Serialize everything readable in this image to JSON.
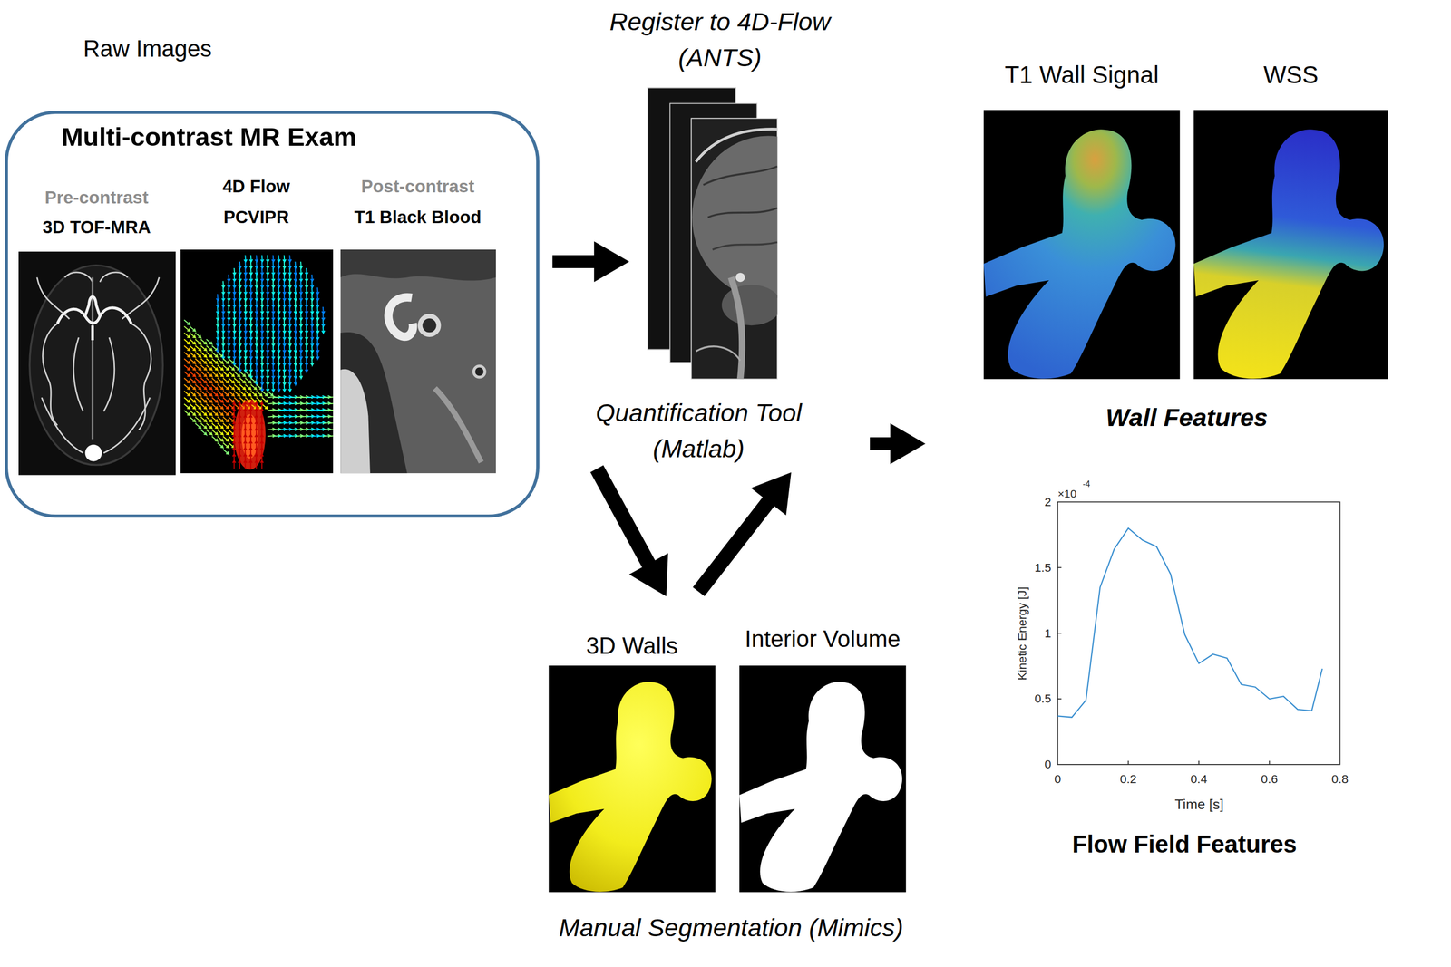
{
  "diagram": {
    "nodes": [
      {
        "text": [
          "Multi-contrast MR Exam"
        ]
      },
      {
        "text": [
          "Pre-contrast",
          "3D TOF-MRA"
        ],
        "in": 0
      },
      {
        "text": [
          "4D Flow",
          "PCVIPR"
        ],
        "in": 0
      },
      {
        "text": [
          "Post-contrast",
          "T1 Black Blood"
        ],
        "in": 0
      },
      {
        "text": [
          "Register to 4D-Flow (ANTS)"
        ]
      },
      {
        "text": [
          "Quantification Tool (Matlab)"
        ]
      },
      {
        "text": [
          "Manual Segmentation (Mimics)"
        ]
      },
      {
        "text": [
          "3D Walls"
        ],
        "in": 6
      },
      {
        "text": [
          "Interior Volume"
        ],
        "in": 6
      },
      {
        "text": [
          "Wall Features"
        ]
      },
      {
        "text": [
          "T1 Wall Signal"
        ],
        "in": 9
      },
      {
        "text": [
          "WSS"
        ],
        "in": 9
      },
      {
        "text": [
          "Flow Field Features"
        ]
      }
    ],
    "edges": [
      {
        "from": 0,
        "to": 4,
        "arrow": "to"
      },
      {
        "from": 5,
        "to": 6,
        "arrow": "to"
      },
      {
        "from": 6,
        "to": 5,
        "arrow": "to"
      },
      {
        "from": 5,
        "to": 9,
        "arrow": "to"
      }
    ],
    "labels": [
      "Raw Images",
      "2",
      "1.5",
      "1",
      "0.5",
      "0",
      "0",
      "0.2",
      "0.4",
      "0.6",
      "0.8",
      "×10",
      "-4",
      "Kinetic Energy [J]",
      "Time [s]"
    ]
  }
}
